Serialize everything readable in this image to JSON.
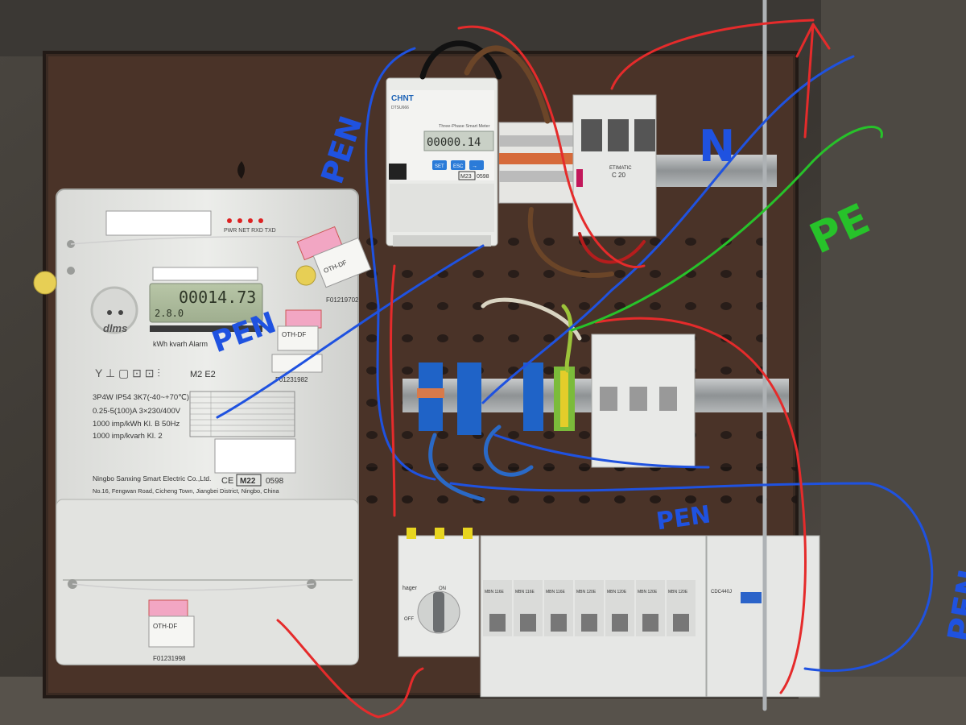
{
  "photo": {
    "main_meter": {
      "logo": "dlms",
      "spec_line1": "3P4W  IP54  3K7(-40~+70℃)",
      "spec_line2": "0.25-5(100)A     3×230/400V",
      "spec_line3": "1000 imp/kWh   Kl. B   50Hz",
      "spec_line4": "1000 imp/kvarh  Kl. 2",
      "manufacturer": "Ningbo Sanxing Smart Electric Co.,Ltd.",
      "address": "No.16, Fengwan Road, Cicheng Town, Jiangbei District, Ningbo, China",
      "display_reading": "00014.73",
      "display_sub": "2.8.0",
      "model_tag": "M2 E2",
      "cert_mark": "M22",
      "cert_number": "0598",
      "leds": "PWR  NET  RXD  TXD",
      "units": "kWh    kvarh    Alarm",
      "seal_text": "OTH-DF",
      "seal_top_id": "F01231982",
      "seal_top_id2": "F01219702",
      "seal_bottom_id": "F01231998"
    },
    "smart_meter": {
      "brand": "CHNT",
      "model": "DTSU666",
      "subtitle": "Three-Phase Smart Meter",
      "display": "00000.14",
      "key_set": "SET",
      "key_esc": "ESC",
      "cert_mark": "M23",
      "cert_number": "0598"
    },
    "mcb_top": {
      "brand": "ETIMATIC",
      "rating": "C 20"
    },
    "main_switch": {
      "brand": "hager",
      "on": "ON",
      "off": "OFF"
    },
    "breaker_labels": [
      "MBN 116E",
      "MBN 116E",
      "MBN 116E",
      "MBN 120E",
      "MBN 120E",
      "MBN 120E",
      "MBN 120E"
    ],
    "rcd_label": "CDC440J",
    "handwritten_labels": [
      "PEN",
      "PEN",
      "N",
      "PE",
      "PEN",
      "PEN"
    ]
  }
}
